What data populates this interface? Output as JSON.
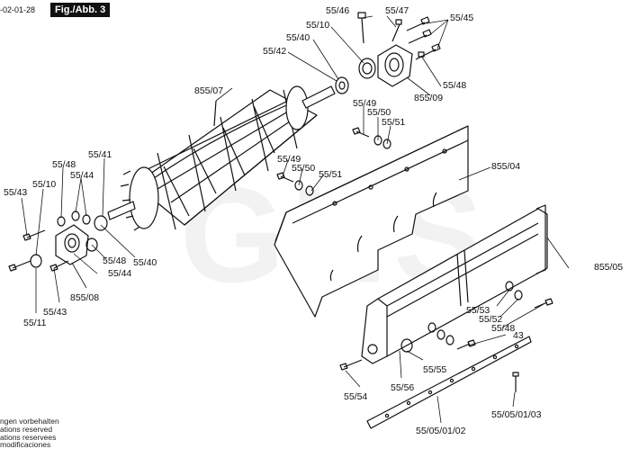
{
  "header": {
    "date_code": "-02-01-28",
    "figure_label": "Fig./Abb. 3"
  },
  "watermark": "GHS",
  "footer_lines": [
    "ngen vorbehalten",
    "ations reserved",
    "ations reservees",
    "modificaciones"
  ],
  "parts": [
    {
      "id": "55/46",
      "text": "55/46"
    },
    {
      "id": "55/47",
      "text": "55/47"
    },
    {
      "id": "55/45",
      "text": "55/45"
    },
    {
      "id": "55/10_top",
      "text": "55/10"
    },
    {
      "id": "55/40_top",
      "text": "55/40"
    },
    {
      "id": "55/42",
      "text": "55/42"
    },
    {
      "id": "55/48_top",
      "text": "55/48"
    },
    {
      "id": "855/09",
      "text": "855/09"
    },
    {
      "id": "855/07",
      "text": "855/07"
    },
    {
      "id": "55/49_a",
      "text": "55/49"
    },
    {
      "id": "55/50_a",
      "text": "55/50"
    },
    {
      "id": "55/51_a",
      "text": "55/51"
    },
    {
      "id": "55/41",
      "text": "55/41"
    },
    {
      "id": "55/48_left",
      "text": "55/48"
    },
    {
      "id": "55/44_left",
      "text": "55/44"
    },
    {
      "id": "55/43_left",
      "text": "55/43"
    },
    {
      "id": "55/10_left",
      "text": "55/10"
    },
    {
      "id": "55/49_b",
      "text": "55/49"
    },
    {
      "id": "55/50_b",
      "text": "55/50"
    },
    {
      "id": "55/51_b",
      "text": "55/51"
    },
    {
      "id": "855/04",
      "text": "855/04"
    },
    {
      "id": "55/40_left",
      "text": "55/40"
    },
    {
      "id": "55/48_left2",
      "text": "55/48"
    },
    {
      "id": "55/44_left2",
      "text": "55/44"
    },
    {
      "id": "855/08",
      "text": "855/08"
    },
    {
      "id": "55/43_bottom",
      "text": "55/43"
    },
    {
      "id": "55/11",
      "text": "55/11"
    },
    {
      "id": "855/05",
      "text": "855/05"
    },
    {
      "id": "55/53",
      "text": "55/53"
    },
    {
      "id": "55/52",
      "text": "55/52"
    },
    {
      "id": "55/48_right",
      "text": "55/48"
    },
    {
      "id": "43",
      "text": "43"
    },
    {
      "id": "55/55",
      "text": "55/55"
    },
    {
      "id": "55/54",
      "text": "55/54"
    },
    {
      "id": "55/56",
      "text": "55/56"
    },
    {
      "id": "55/05/01/02",
      "text": "55/05/01/02"
    },
    {
      "id": "55/05/01/03",
      "text": "55/05/01/03"
    }
  ]
}
